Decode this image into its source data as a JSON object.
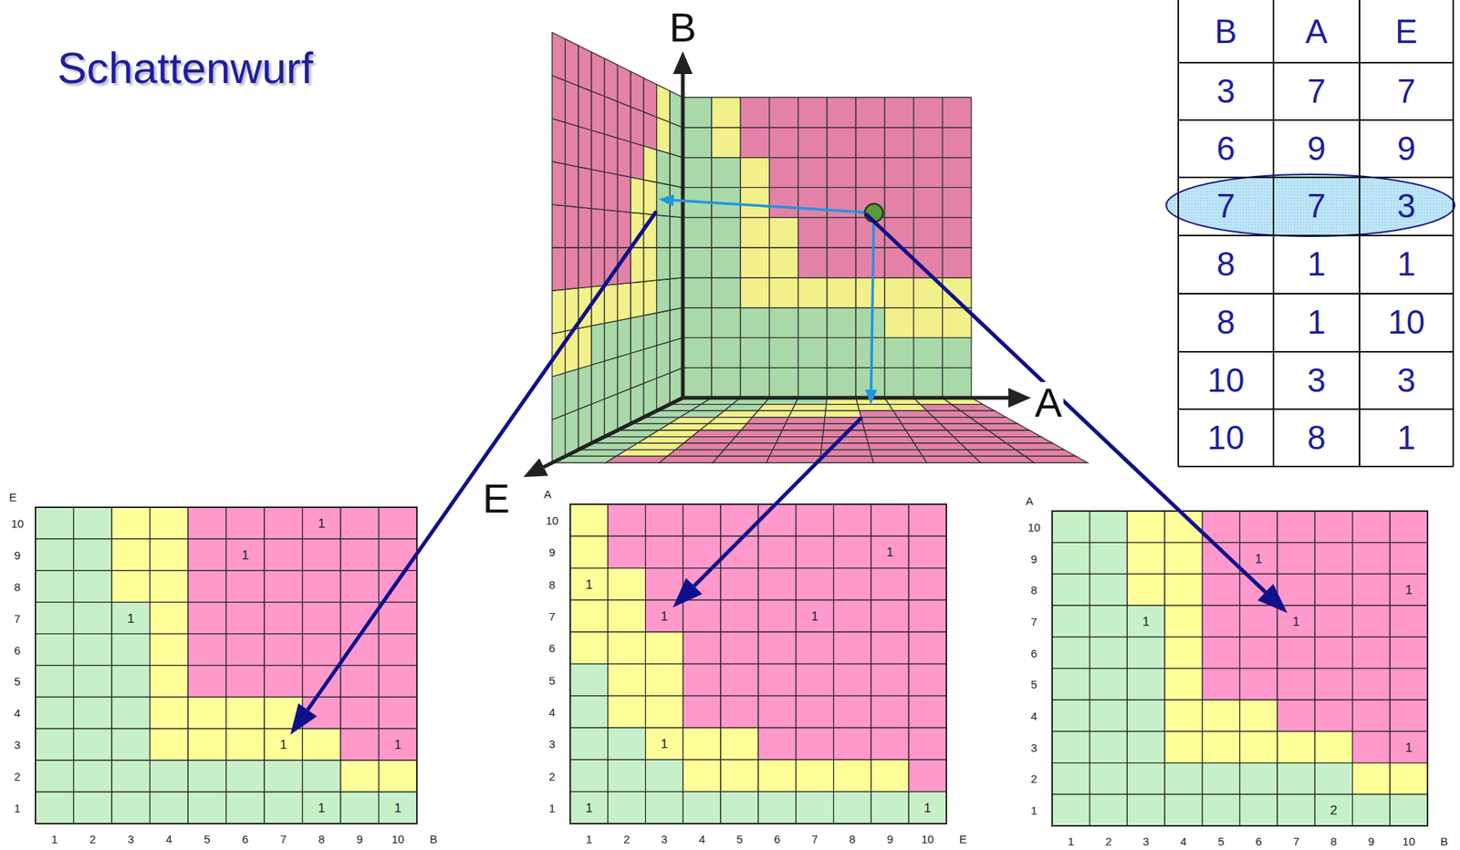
{
  "diagram": {
    "title": "Schattenwurf",
    "labels": [
      "B",
      "A",
      "E",
      "B",
      "A",
      "E",
      "3",
      "7",
      "7",
      "6",
      "9",
      "9",
      "7",
      "7",
      "3",
      "8",
      "1",
      "1",
      "8",
      "1",
      "10",
      "10",
      "3",
      "3",
      "10",
      "8",
      "1",
      "E",
      "10",
      "9",
      "8",
      "7",
      "6",
      "5",
      "4",
      "3",
      "2",
      "1",
      "1",
      "2",
      "3",
      "4",
      "5",
      "6",
      "7",
      "8",
      "9",
      "10",
      "B",
      "1",
      "1",
      "1",
      "1",
      "1",
      "1",
      "1",
      "A",
      "10",
      "9",
      "8",
      "7",
      "6",
      "5",
      "4",
      "3",
      "2",
      "1",
      "1",
      "2",
      "3",
      "4",
      "5",
      "6",
      "7",
      "8",
      "9",
      "10",
      "E",
      "1",
      "1",
      "1",
      "1",
      "1",
      "1",
      "1",
      "A",
      "10",
      "9",
      "8",
      "7",
      "6",
      "5",
      "4",
      "3",
      "2",
      "1",
      "1",
      "2",
      "3",
      "4",
      "5",
      "6",
      "7",
      "8",
      "9",
      "10",
      "B",
      "1",
      "1",
      "1",
      "1",
      "1",
      "2"
    ]
  }
}
